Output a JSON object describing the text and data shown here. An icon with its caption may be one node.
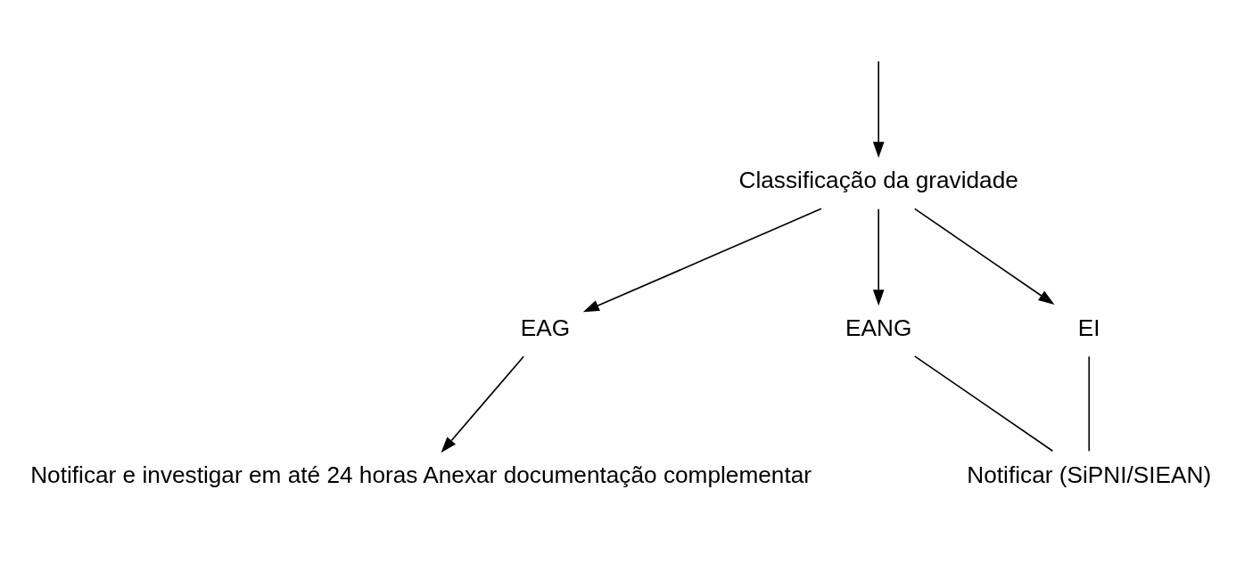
{
  "diagram": {
    "nodes": [
      {
        "text": [
          "Classificação da gravidade"
        ]
      },
      {
        "text": [
          "EAG"
        ]
      },
      {
        "text": [
          "EANG"
        ]
      },
      {
        "text": [
          "EI"
        ]
      },
      {
        "text": [
          "Notificar e investigar em até 24 horas Anexar documentação complementar"
        ]
      },
      {
        "text": [
          "Notificar (SiPNI/SIEAN)"
        ]
      }
    ],
    "edges": [
      {
        "from": null,
        "to": 0,
        "arrow": "to"
      },
      {
        "from": 0,
        "to": 1,
        "arrow": "to"
      },
      {
        "from": 0,
        "to": 2,
        "arrow": "to"
      },
      {
        "from": 0,
        "to": 3,
        "arrow": "to"
      },
      {
        "from": 1,
        "to": 4,
        "arrow": "to"
      },
      {
        "from": 2,
        "to": 5,
        "arrow": "none"
      },
      {
        "from": 3,
        "to": 5,
        "arrow": "none"
      }
    ]
  }
}
